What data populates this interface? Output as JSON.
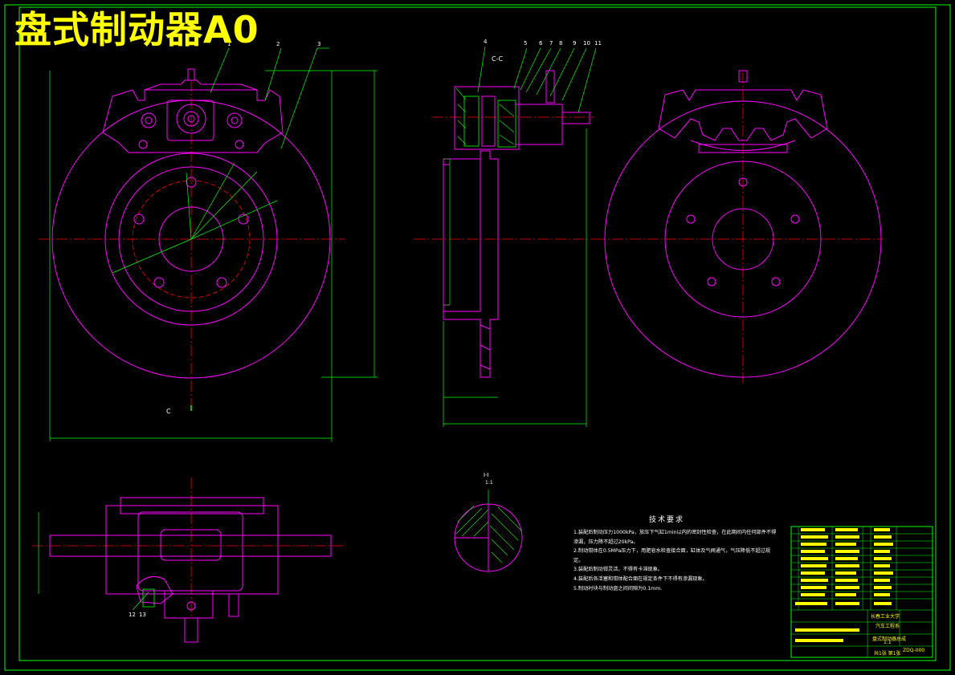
{
  "title": "盘式制动器A0",
  "section_label": "C-C",
  "view_marker": "C",
  "detail_label": "I-I",
  "detail_scale": "1:1",
  "part_numbers": [
    "1",
    "2",
    "3",
    "4",
    "5",
    "6",
    "7",
    "8",
    "9",
    "10",
    "11",
    "12",
    "13"
  ],
  "tech_requirements": {
    "heading": "技术要求",
    "items": [
      "1.装配后制动压力1000kPa，放压下气缸1min以内的密封性检查，在此期间内任何部件不得渗漏，压力降不超过20kPa。",
      "2.制动钳体在0.5MPa压力下，用肥皂水检查接合面，缸体及气阀通气，气压降低不超过规定。",
      "3.装配后制动钳灵活，不得有卡滞现象。",
      "4.装配后各活塞和钳体配合面在规定条件下不得有渗漏现象。",
      "5.制动衬块与制动盘之间间隙为0.1mm."
    ]
  },
  "title_block": {
    "school": "长春工业大学",
    "department": "汽车工程系",
    "drawing_name": "盘式制动器总成",
    "drawing_no": "ZDQ-000",
    "scale": "1:1",
    "sheet": "共1张 第1张"
  },
  "colors": {
    "background": "#000000",
    "border": "#00ff00",
    "outline": "#ff00ff",
    "centerline": "#ff0000",
    "dimension": "#00ff00",
    "hatch": "#00ff00",
    "title": "#ffff00",
    "text": "#ffffff",
    "leader": "#00ff00",
    "accent": "#00ffff"
  }
}
